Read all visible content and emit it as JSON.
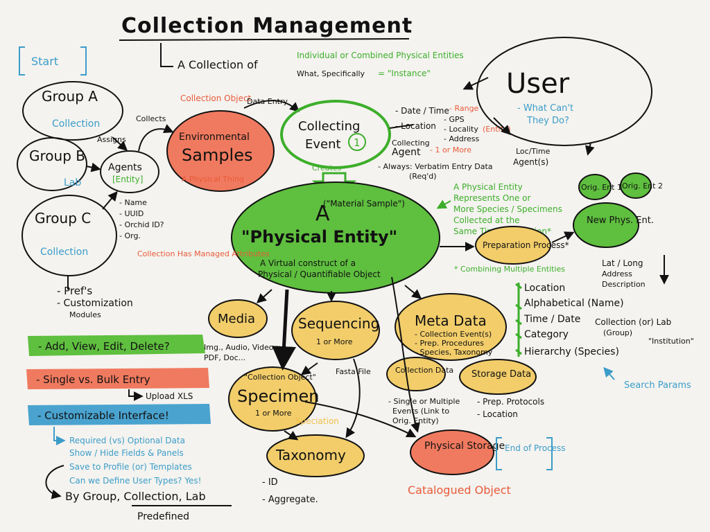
{
  "colors": {
    "green": "#5fbf3f",
    "salmon": "#f07a5f",
    "yellow": "#f2cd6a",
    "blue": "#4aa3cf",
    "paper": "#f4f3ef"
  },
  "title": "Collection Management",
  "subtitle": {
    "lead": "A Collection of",
    "green": "Individual or Combined Physical Entities",
    "what": "What, Specifically",
    "instance": "= \"Instance\""
  },
  "start": "Start",
  "groups": {
    "a_title": "Group A",
    "a_sub": "Collection",
    "assigns": "Assigns",
    "b_title": "Group B",
    "b_sub": "Lab",
    "c_title": "Group C",
    "c_sub": "Collection"
  },
  "agents": {
    "title": "Agents",
    "entity": "[Entity]",
    "collects": "Collects",
    "attrs": [
      "- Name",
      "- UUID",
      "- Orchid ID?",
      "- Org."
    ]
  },
  "prefs": [
    "- Pref's",
    "- Customization",
    "Modules"
  ],
  "env": {
    "collection_object": "Collection Object",
    "line1": "Environmental",
    "line2": "Samples",
    "note": "A Physical Thing",
    "data_entry": "Data Entry"
  },
  "event": {
    "line1": "Collecting",
    "line2": "Event",
    "num": "1",
    "creates": "Creates"
  },
  "event_attrs": {
    "date": "- Date / Time",
    "range": "- Range",
    "location": "- Location",
    "gps": "- GPS",
    "locality": "- Locality",
    "entity": "(Entity)",
    "address": "- Address",
    "collecting": "Collecting",
    "agent": "Agent",
    "one_or_more": "- 1 or More",
    "always": "- Always: Verbatim Entry Data",
    "reqd": "(Req'd)",
    "loc_time": "Loc/Time",
    "agents": "Agent(s)"
  },
  "user": {
    "title": "User",
    "note1": "- What Can't",
    "note2": "They Do?"
  },
  "phys": {
    "material": "(\"Material Sample\")",
    "a": "A",
    "title": "\"Physical Entity\"",
    "desc1": "A Virtual construct of a",
    "desc2": "Physical / Quantifiable Object"
  },
  "phys_note": [
    "A Physical Entity",
    "Represents One or",
    "More Species / Specimens",
    "Collected at the",
    "Same Time & Location*"
  ],
  "new_phys": {
    "label": "New Phys. Ent.",
    "orig1": "Orig. Ent 1",
    "orig2": "Orig. Ent 2"
  },
  "prep": {
    "label": "Preparation Process*",
    "combining": "* Combining Multiple Entities"
  },
  "coll_attrs": {
    "label": "Collection Has Managed Attributes"
  },
  "media": {
    "title": "Media",
    "types1": "Img., Audio, Video",
    "types2": "PDF, Doc..."
  },
  "sequencing": {
    "title": "Sequencing",
    "sub": "1 or More",
    "fasta": "Fasta File"
  },
  "metadata": {
    "title": "Meta Data",
    "items": [
      "- Collection Event(s)",
      "- Prep. Procedures",
      "- Species, Taxonomy"
    ]
  },
  "search": {
    "items": [
      "Location",
      "Alphabetical (Name)",
      "Time / Date",
      "Category",
      "Hierarchy (Species)"
    ],
    "latlong": "Lat / Long",
    "address": "Address",
    "description": "Description",
    "collection": "Collection (or) Lab",
    "group": "(Group)",
    "institution": "\"Institution\"",
    "params": "Search Params"
  },
  "small": {
    "collection_data": "Collection Data",
    "storage_data": "Storage Data"
  },
  "specimen": {
    "collection_object": "\"Collection Object\"",
    "title": "Specimen",
    "sub": "1 or More",
    "speciation": "Speciation"
  },
  "taxonomy": "Taxonomy",
  "storage": {
    "title": "Physical Storage",
    "end": "End of Process",
    "catalogued": "Catalogued Object"
  },
  "events_note": [
    "- Single or Multiple",
    "Events (Link to",
    "Orig. Entity)"
  ],
  "prep_note": [
    "- Prep. Protocols",
    "- Location"
  ],
  "bars": {
    "green": "- Add, View, Edit, Delete?",
    "red": "- Single vs. Bulk Entry",
    "upload": "Upload XLS",
    "blue": "- Customizable Interface!"
  },
  "interface": {
    "items": [
      "Required (vs) Optional Data",
      "Show / Hide Fields & Panels",
      "Save to Profile (or) Templates",
      "Can we Define User Types? Yes!"
    ],
    "by": "By Group, Collection, Lab",
    "predefined": "Predefined",
    "id": "- ID",
    "aggregate": "- Aggregate."
  }
}
